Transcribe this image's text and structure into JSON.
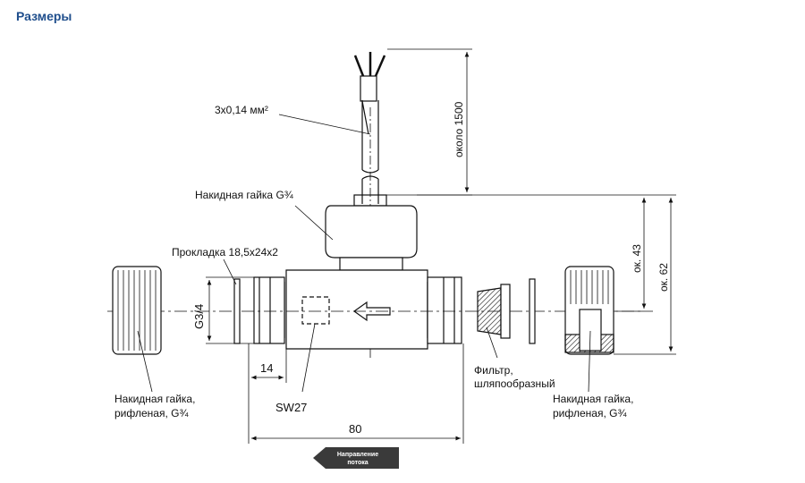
{
  "heading": "Размеры",
  "labels": {
    "cable": "3x0,14 мм²",
    "length": "около 1500",
    "union_nut": "Накидная гайка G¾",
    "gasket": "Прокладка 18,5x24x2",
    "thread": "G3/4",
    "dim_14": "14",
    "sw": "SW27",
    "dim_80": "80",
    "dim_43": "ок. 43",
    "dim_62": "ок. 62",
    "filter_1": "Фильтр,",
    "filter_2": "шляпообразный",
    "knurled_left_1": "Накидная гайка,",
    "knurled_left_2": "рифленая, G¾",
    "knurled_right_1": "Накидная гайка,",
    "knurled_right_2": "рифленая, G¾",
    "flow_1": "Направление",
    "flow_2": "потока"
  },
  "colors": {
    "heading": "#1f4e8c",
    "line": "#111111",
    "badge": "#3a3a3a"
  }
}
